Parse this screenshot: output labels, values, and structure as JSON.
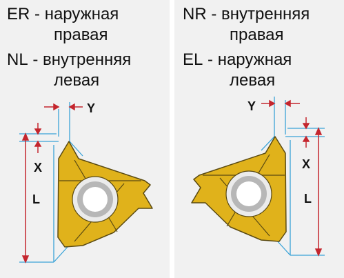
{
  "left": {
    "line1_code": "ER",
    "line1_sep": "-",
    "line1_text": "наружная",
    "line1b_text": "правая",
    "line2_code": "NL",
    "line2_sep": "-",
    "line2_text": "внутренняя",
    "line2b_text": "левая",
    "dims": {
      "y": "Y",
      "x": "X",
      "l": "L"
    }
  },
  "right": {
    "line1_code": "NR",
    "line1_sep": "-",
    "line1_text": "внутренняя",
    "line1b_text": "правая",
    "line2_code": "EL",
    "line2_sep": "-",
    "line2_text": "наружная",
    "line2b_text": "левая",
    "dims": {
      "y": "Y",
      "x": "X",
      "l": "L"
    }
  },
  "colors": {
    "insert_gold": "#e0b21b",
    "insert_edge": "#5a4a12",
    "hole_ring": "#b7b7b7",
    "hole_center": "#ffffff",
    "dim_red": "#c4262e",
    "dim_blue": "#3aa3d8"
  }
}
